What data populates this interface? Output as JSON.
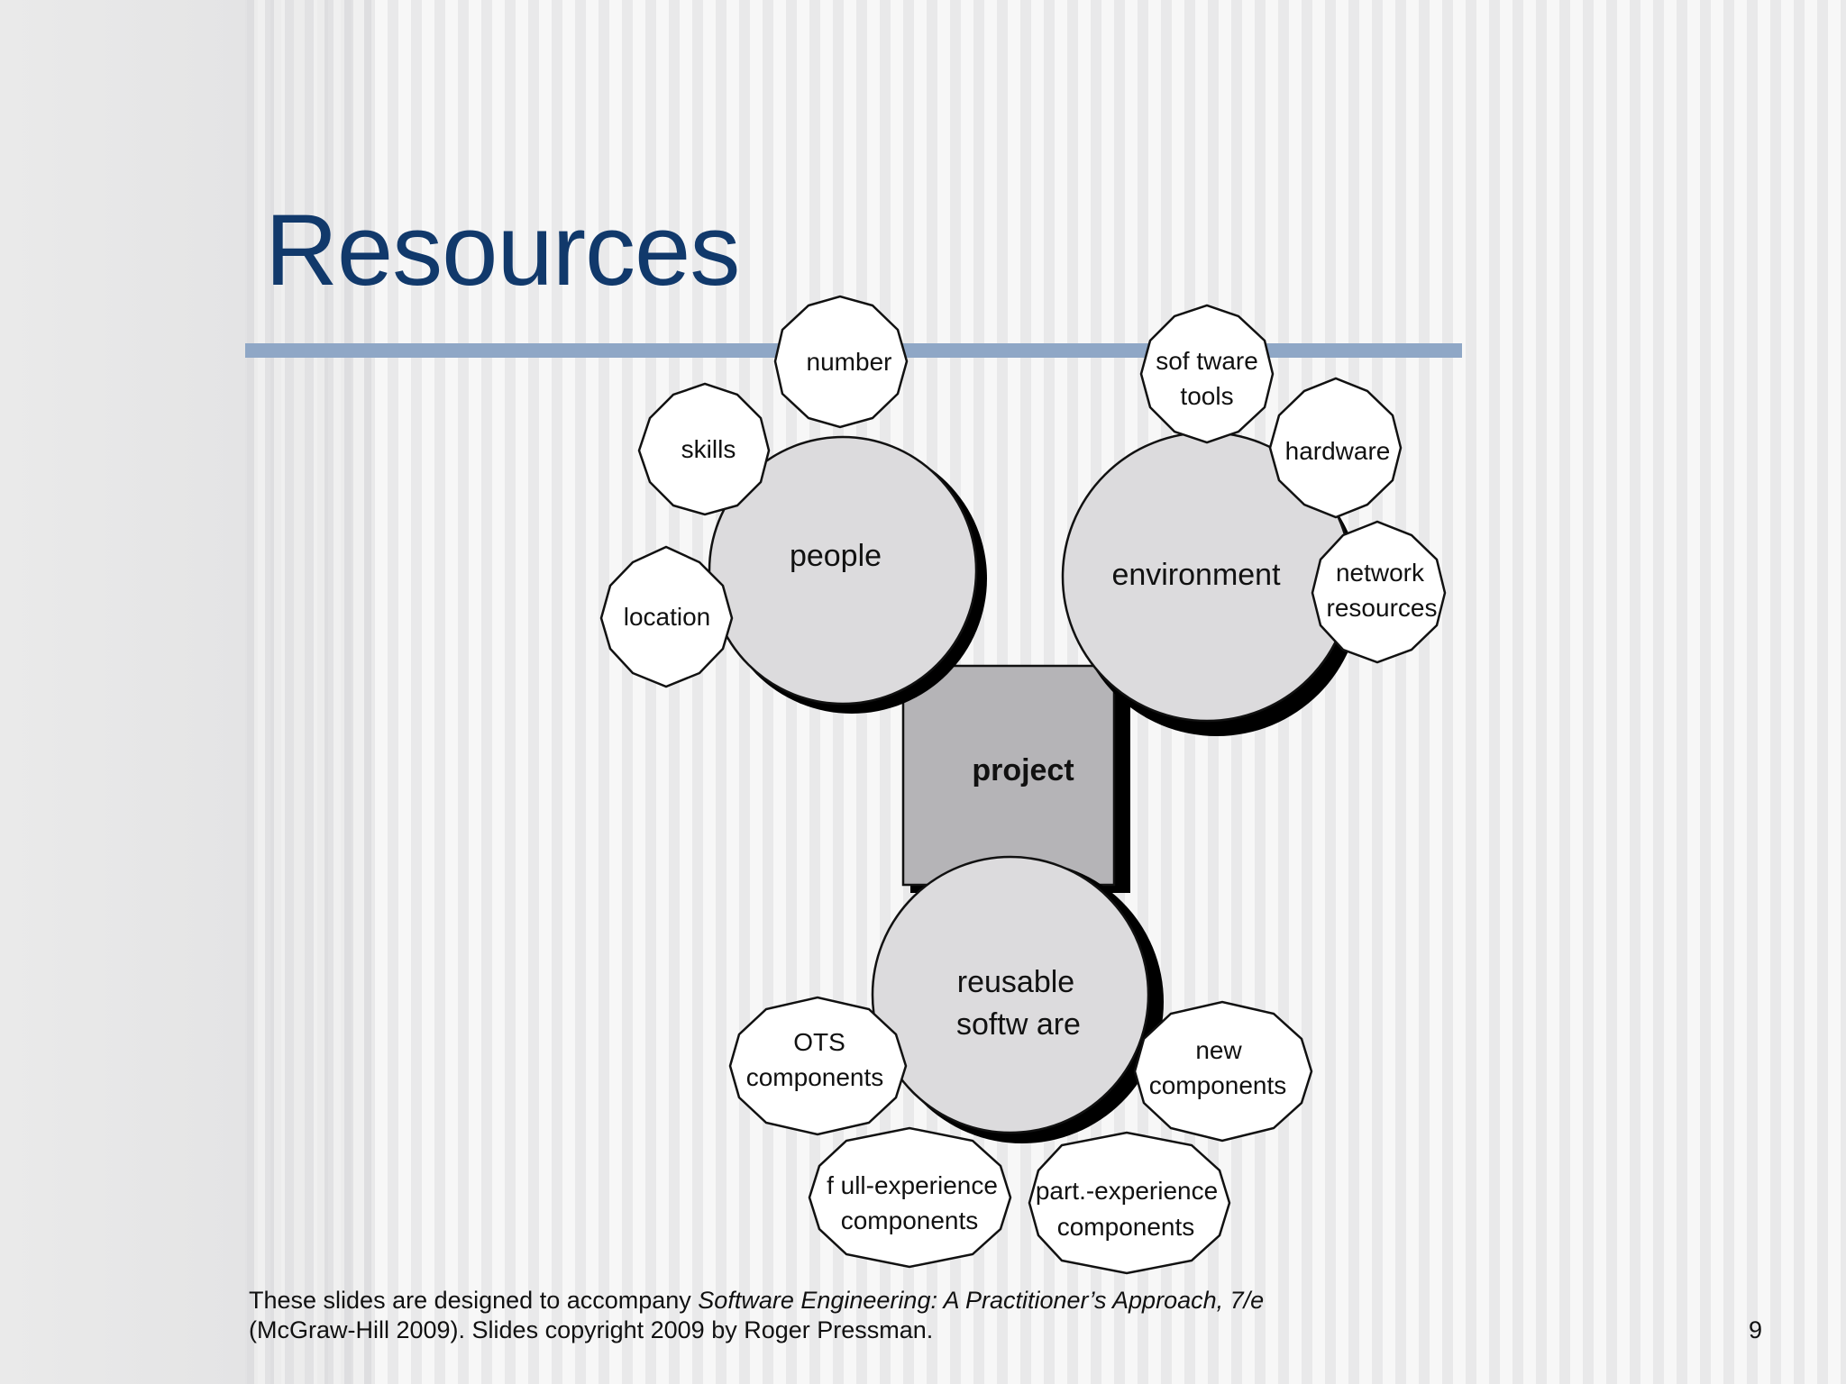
{
  "slide": {
    "title": "Resources",
    "page_number": "9"
  },
  "footer": {
    "line1_prefix": "These slides are designed to accompany ",
    "line1_book": "Software Engineering: A Practitioner’s Approach, 7/e",
    "line2": "(McGraw-Hill 2009). Slides copyright 2009 by Roger Pressman."
  },
  "diagram": {
    "center": "project",
    "resources": [
      {
        "id": "people",
        "label": "people",
        "attributes": [
          {
            "id": "number",
            "lines": [
              "number"
            ]
          },
          {
            "id": "skills",
            "lines": [
              "skills"
            ]
          },
          {
            "id": "location",
            "lines": [
              "location"
            ]
          }
        ]
      },
      {
        "id": "environment",
        "label": "environment",
        "attributes": [
          {
            "id": "software-tools",
            "lines": [
              "sof tware",
              "tools"
            ]
          },
          {
            "id": "hardware",
            "lines": [
              "hardware"
            ]
          },
          {
            "id": "network-resources",
            "lines": [
              "network",
              "resources"
            ]
          }
        ]
      },
      {
        "id": "reusable-software",
        "lines": [
          "reusable",
          "softw are"
        ],
        "attributes": [
          {
            "id": "ots-components",
            "lines": [
              "OTS",
              "components"
            ]
          },
          {
            "id": "new-components",
            "lines": [
              "new",
              "components"
            ]
          },
          {
            "id": "full-experience-components",
            "lines": [
              "f ull-experience",
              "components"
            ]
          },
          {
            "id": "part-experience-components",
            "lines": [
              "part.-experience",
              "components"
            ]
          }
        ]
      }
    ]
  },
  "colors": {
    "title": "#11396b",
    "rule": "#8fa7c6",
    "big_circle_fill": "#dcdbdd",
    "project_fill": "#b5b4b7",
    "small_circle_fill": "#ffffff"
  }
}
